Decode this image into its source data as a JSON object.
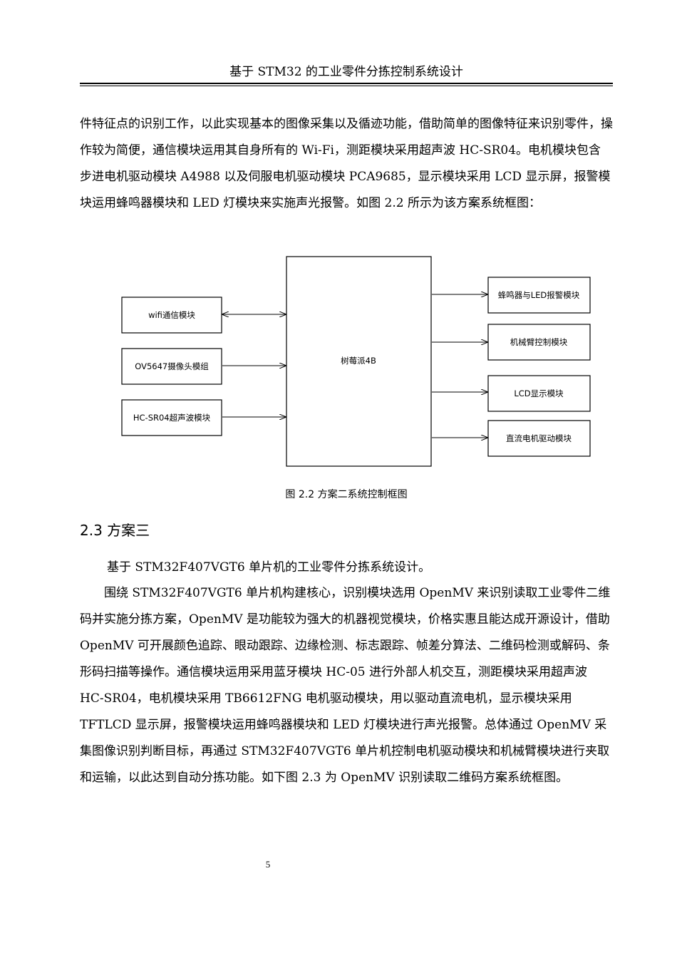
{
  "header": {
    "title": "基于 STM32 的工业零件分拣控制系统设计"
  },
  "paragraph1": "件特征点的识别工作，以此实现基本的图像采集以及循迹功能，借助简单的图像特征来识别零件，操作较为简便，通信模块运用其自身所有的 Wi-Fi，测距模块采用超声波 HC-SR04。电机模块包含步进电机驱动模块 A4988 以及伺服电机驱动模块 PCA9685，显示模块采用 LCD 显示屏，报警模块运用蜂鸣器模块和 LED 灯模块来实施声光报警。如图 2.2 所示为该方案系统框图：",
  "diagram": {
    "center": "树莓派4B",
    "left": [
      "wifi通信模块",
      "OV5647摄像头模组",
      "HC-SR04超声波模块"
    ],
    "right": [
      "蜂鸣器与LED报警模块",
      "机械臂控制模块",
      "LCD显示模块",
      "直流电机驱动模块"
    ]
  },
  "caption": "图 2.2 方案二系统控制框图",
  "section_title": "2.3 方案三",
  "paragraph2": "基于 STM32F407VGT6 单片机的工业零件分拣系统设计。",
  "paragraph3": "围绕 STM32F407VGT6 单片机构建核心，识别模块选用 OpenMV 来识别读取工业零件二维码并实施分拣方案，OpenMV 是功能较为强大的机器视觉模块，价格实惠且能达成开源设计，借助 OpenMV 可开展颜色追踪、眼动跟踪、边缘检测、标志跟踪、帧差分算法、二维码检测或解码、条形码扫描等操作。通信模块运用采用蓝牙模块 HC-05 进行外部人机交互，测距模块采用超声波 HC-SR04，电机模块采用 TB6612FNG 电机驱动模块，用以驱动直流电机，显示模块采用 TFTLCD 显示屏，报警模块运用蜂鸣器模块和 LED 灯模块进行声光报警。总体通过 OpenMV 采集图像识别判断目标，再通过 STM32F407VGT6 单片机控制电机驱动模块和机械臂模块进行夹取和运输，以此达到自动分拣功能。如下图 2.3 为 OpenMV 识别读取二维码方案系统框图。",
  "page_number": "5"
}
